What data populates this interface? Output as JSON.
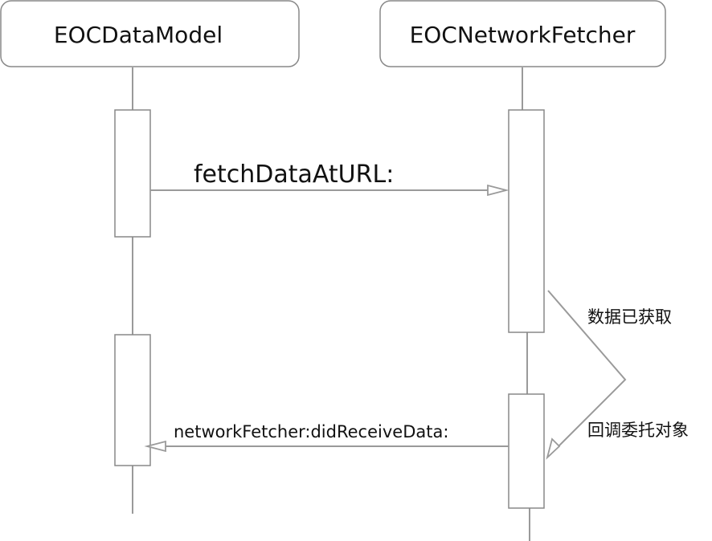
{
  "participants": [
    {
      "name": "EOCDataModel"
    },
    {
      "name": "EOCNetworkFetcher"
    }
  ],
  "messages": {
    "fetch": "fetchDataAtURL:",
    "callback": "networkFetcher:didReceiveData:"
  },
  "notes": {
    "data_fetched": "数据已获取",
    "callback_delegate": "回调委托对象"
  },
  "colors": {
    "line": "#9a9a9a",
    "box_border": "#888888",
    "text": "#111111"
  }
}
